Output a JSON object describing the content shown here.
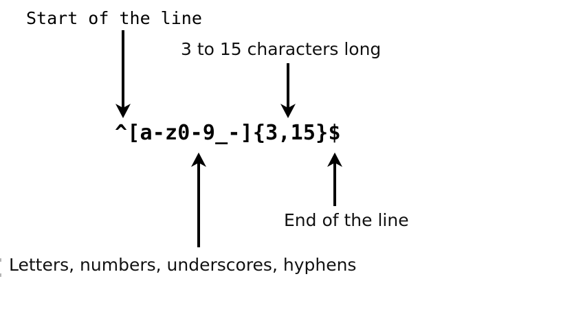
{
  "diagram": {
    "regex": "^[a-z0-9_-]{3,15}$",
    "annotations": {
      "start": "Start of the line",
      "length": "3 to 15 characters long",
      "end": "End of the line",
      "charclass": "Letters, numbers, underscores, hyphens"
    },
    "colors": {
      "ink": "#000000",
      "text": "#111111",
      "background": "#ffffff"
    }
  }
}
